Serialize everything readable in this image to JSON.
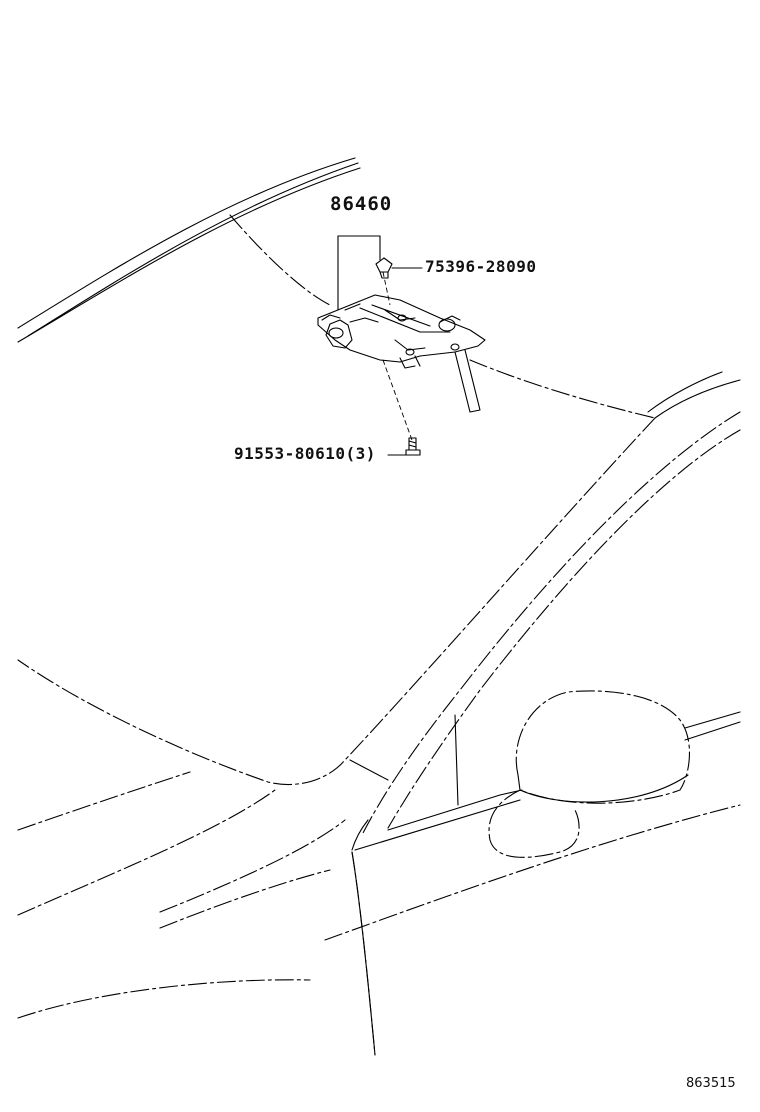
{
  "parts": {
    "main_part": "86460",
    "clip_part": "75396-28090",
    "screw_part": "91553-80610",
    "screw_qty": "(3)"
  },
  "reference_code": "863515"
}
